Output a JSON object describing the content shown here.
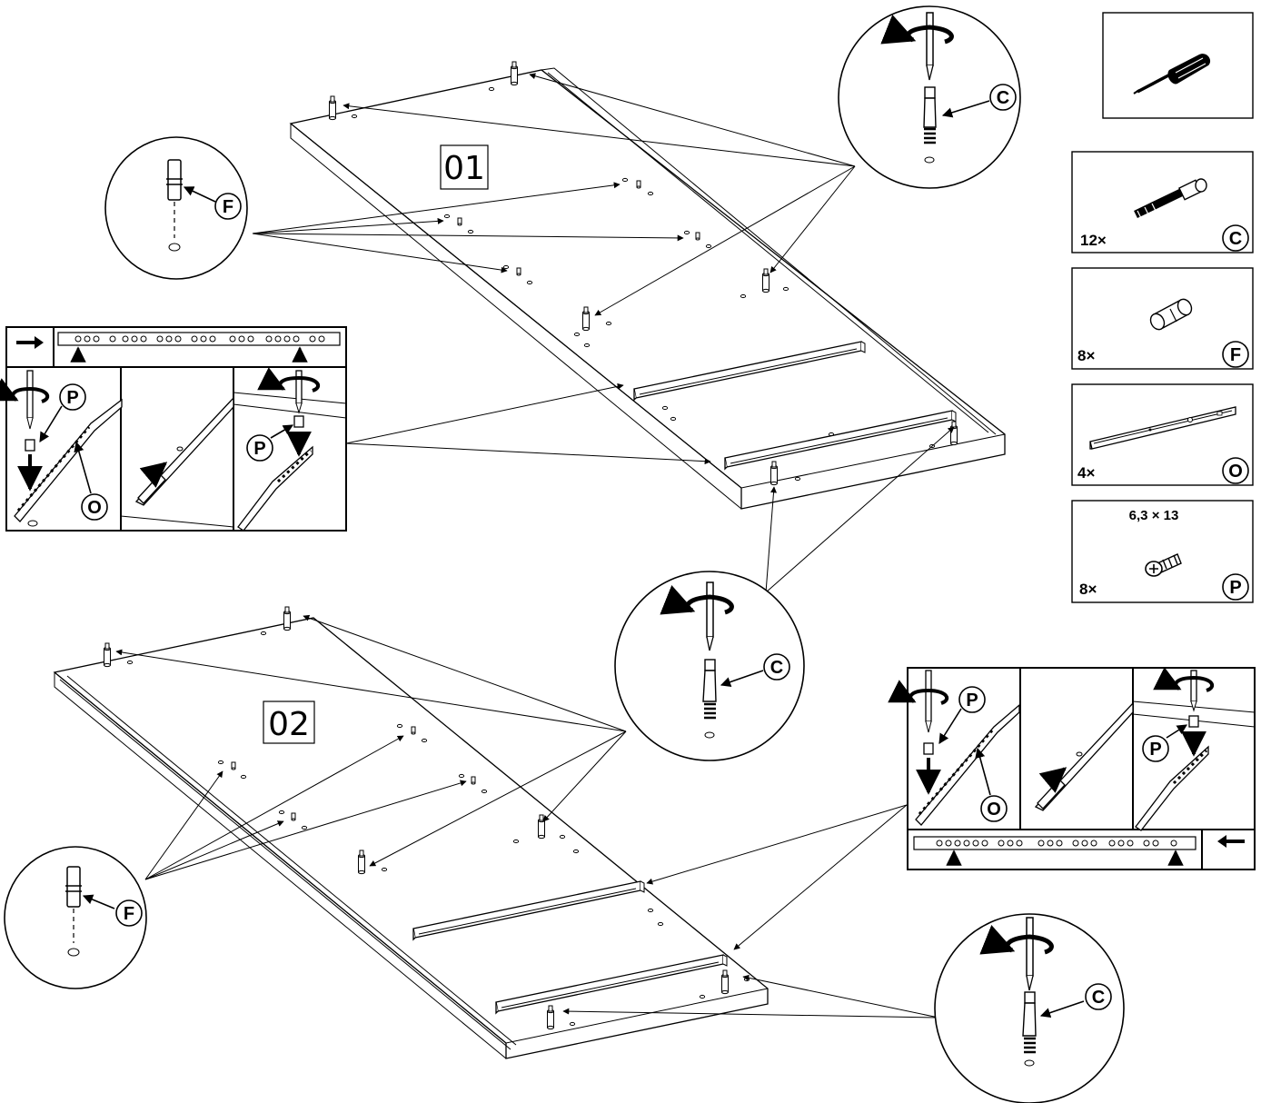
{
  "panels": [
    {
      "id": "panel-01",
      "label": "01"
    },
    {
      "id": "panel-02",
      "label": "02"
    }
  ],
  "callout_letters": {
    "cam": "C",
    "dowel": "F",
    "runner": "O",
    "screw": "P"
  },
  "parts": [
    {
      "id": "screwdriver",
      "qty": "",
      "letter": "",
      "size": "",
      "icon": "screwdriver-icon"
    },
    {
      "id": "cam-bolt",
      "qty": "12×",
      "letter": "C",
      "size": "",
      "icon": "cam-bolt-icon"
    },
    {
      "id": "dowel",
      "qty": "8×",
      "letter": "F",
      "size": "",
      "icon": "dowel-icon"
    },
    {
      "id": "runner",
      "qty": "4×",
      "letter": "O",
      "size": "",
      "icon": "runner-icon"
    },
    {
      "id": "screw",
      "qty": "8×",
      "letter": "P",
      "size": "6,3 × 13",
      "icon": "screw-icon"
    }
  ],
  "colors": {
    "line": "#000000",
    "background": "#ffffff"
  }
}
